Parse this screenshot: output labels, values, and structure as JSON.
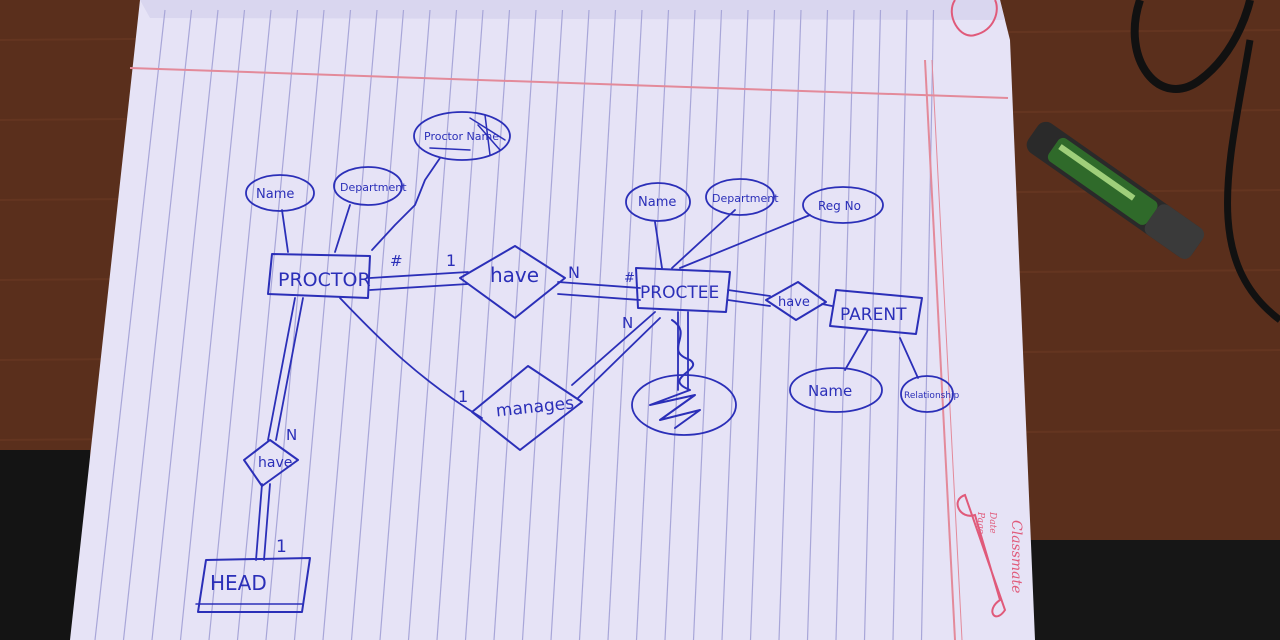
{
  "colors": {
    "table": "#5a2f1c",
    "paper": "#e6e3f6",
    "rule_line": "#a8a6d8",
    "margin_line": "#e38a9a",
    "ink": "#2b2fb8"
  },
  "diagram": {
    "entities": {
      "proctor": "PROCTOR",
      "proctee": "PROCTEE",
      "parent": "PARENT",
      "head": "HEAD"
    },
    "relationships": {
      "have_proctor_proctee": "have",
      "manages": "manages",
      "have_proctee_parent": "have",
      "have_proctor_head": "have"
    },
    "attributes": {
      "proctor_name": "Name",
      "proctor_department": "Department",
      "proctor_crossed": "Proctor Name",
      "proctee_name": "Name",
      "proctee_department": "Department",
      "proctee_reg": "Reg No",
      "parent_name": "Name",
      "parent_relationship": "Relationship"
    },
    "cardinalities": {
      "proctor_have_proctor_side": "1",
      "proctor_have_proctee_side": "N",
      "manages_proctor_side": "1",
      "manages_proctee_side": "N",
      "head_have_proctor_side": "N",
      "head_have_head_side": "1",
      "hash_proctor": "#",
      "hash_proctee": "#"
    }
  },
  "notebook": {
    "brand": "Classmate",
    "date_label": "Date",
    "page_label": "Page"
  }
}
